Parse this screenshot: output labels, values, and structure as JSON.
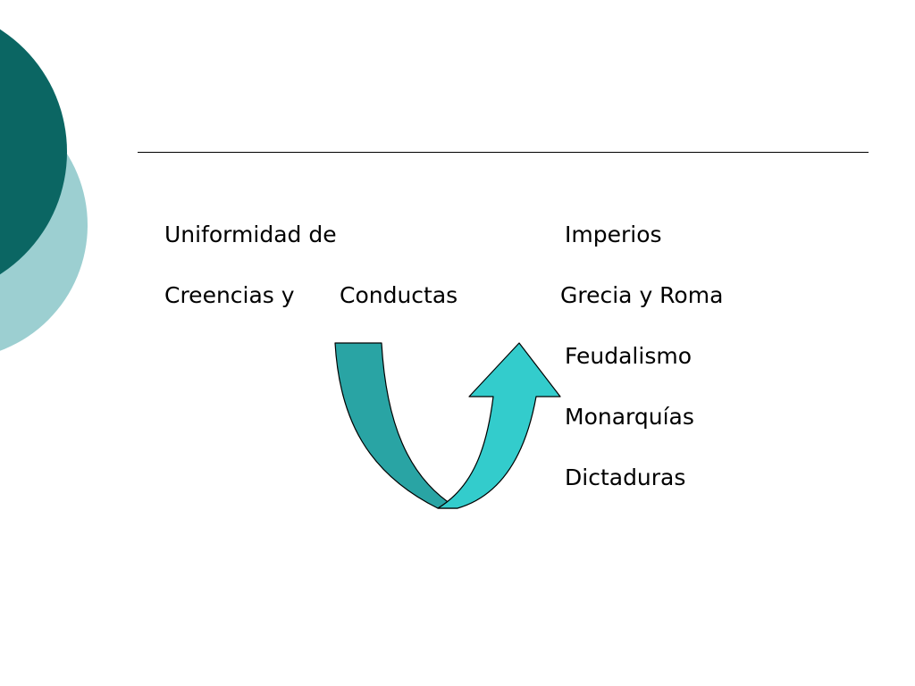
{
  "colors": {
    "dark_teal": "#0b6663",
    "light_teal": "#9ccfd1",
    "arrow_down": "#29a4a4",
    "arrow_up": "#33cccc",
    "outline": "#000000"
  },
  "left_labels": {
    "line1": "Uniformidad de",
    "line2_part1": "Creencias y",
    "line2_part2": "Conductas"
  },
  "right_list": {
    "items": [
      "Imperios",
      "Grecia y Roma",
      "Feudalismo",
      "Monarquías",
      "Dictaduras"
    ]
  }
}
